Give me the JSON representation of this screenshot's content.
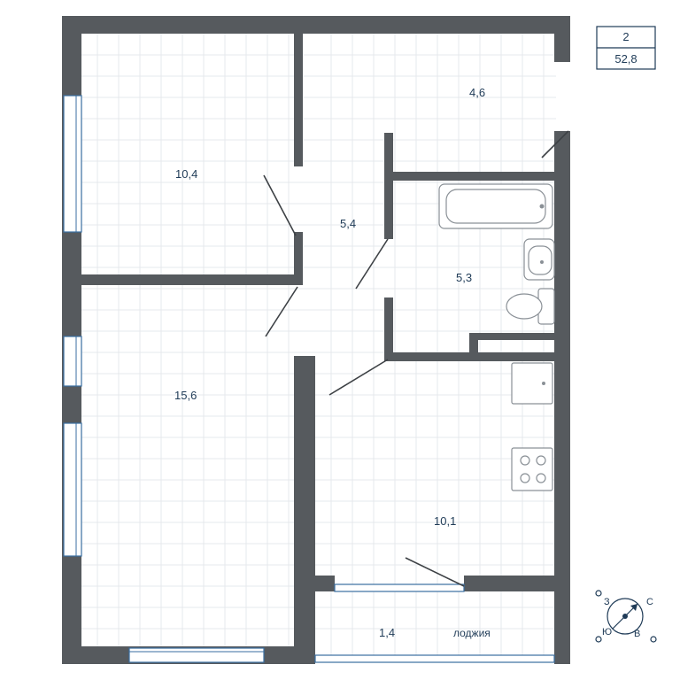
{
  "info": {
    "rooms": "2",
    "area": "52,8"
  },
  "rooms": {
    "bedroom": "10,4",
    "hall": "4,6",
    "corridor": "5,4",
    "bathroom": "5,3",
    "living": "15,6",
    "kitchen": "10,1",
    "loggia_area": "1,4",
    "loggia_name": "лоджия"
  },
  "compass": {
    "north": "С",
    "west": "З",
    "south": "Ю",
    "east": "В"
  },
  "colors": {
    "wall": "#565a5e",
    "accent": "#1f3b57",
    "window": "#3a6ea0"
  }
}
